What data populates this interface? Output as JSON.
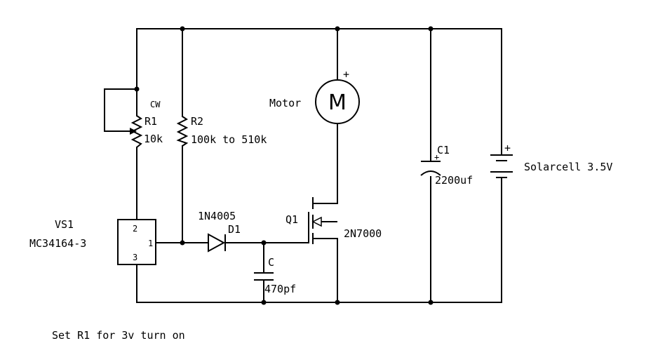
{
  "components": {
    "r1": {
      "ref": "R1",
      "value": "10k",
      "rotation": "CW"
    },
    "r2": {
      "ref": "R2",
      "value": "100k to 510k"
    },
    "motor": {
      "label": "Motor",
      "symbol": "M",
      "polarity": "+"
    },
    "q1": {
      "ref": "Q1",
      "part": "2N7000"
    },
    "d1": {
      "part": "1N4005",
      "ref": "D1"
    },
    "c": {
      "ref": "C",
      "value": "470pf"
    },
    "c1": {
      "ref": "C1",
      "value": "2200uf",
      "polarity": "+"
    },
    "solarcell": {
      "label": "Solarcell 3.5V",
      "polarity": "+"
    },
    "vs1": {
      "ref": "VS1",
      "part": "MC34164-3",
      "pin_2": "2",
      "pin_1": "1",
      "pin_3": "3"
    }
  },
  "note": "Set R1 for 3v turn on"
}
